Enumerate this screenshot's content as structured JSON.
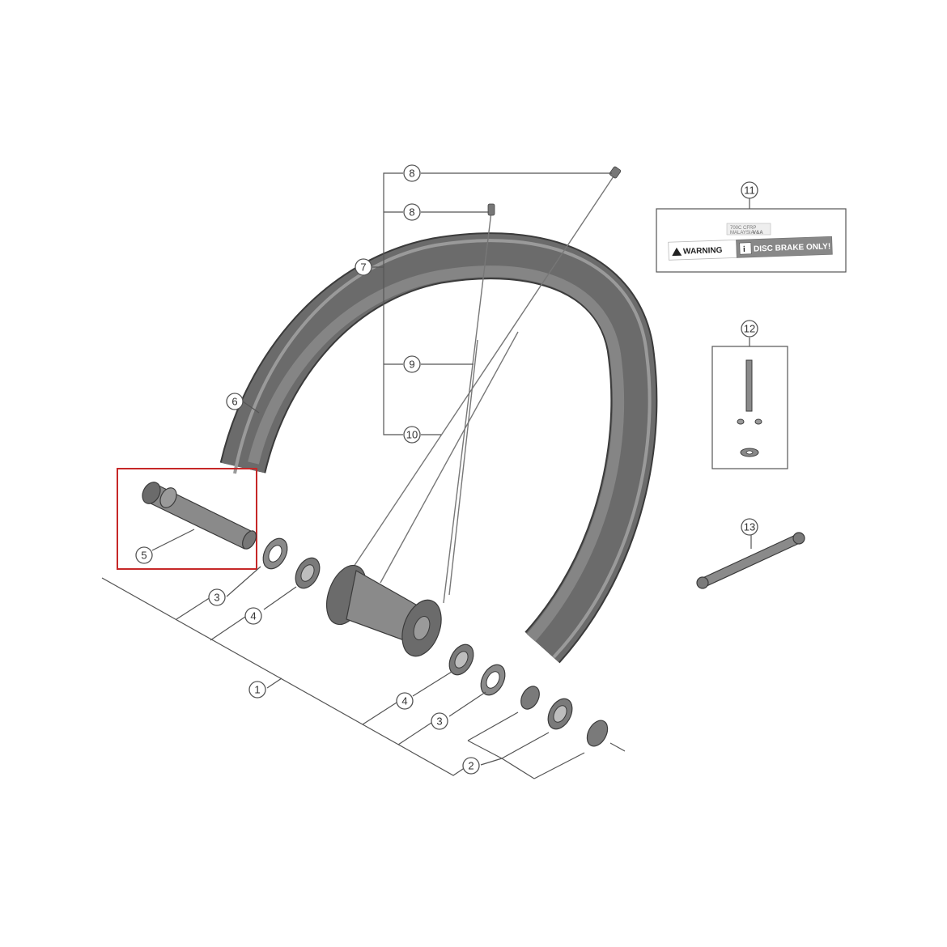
{
  "callouts": {
    "c1": "1",
    "c2": "2",
    "c3a": "3",
    "c3b": "3",
    "c4a": "4",
    "c4b": "4",
    "c5": "5",
    "c6": "6",
    "c7": "7",
    "c8a": "8",
    "c8b": "8",
    "c9": "9",
    "c10": "10",
    "c11": "11",
    "c12": "12",
    "c13": "13"
  },
  "sticker": {
    "line1": "700C CFRP",
    "line2": "MALAYSIA",
    "line2_mark": "V&A",
    "warning_label": "WARNING",
    "info_mark": "i",
    "disc_text": "DISC BRAKE ONLY!"
  },
  "colors": {
    "highlight": "#c62828",
    "rim": "#6b6b6b",
    "part": "#8a8a8a"
  }
}
